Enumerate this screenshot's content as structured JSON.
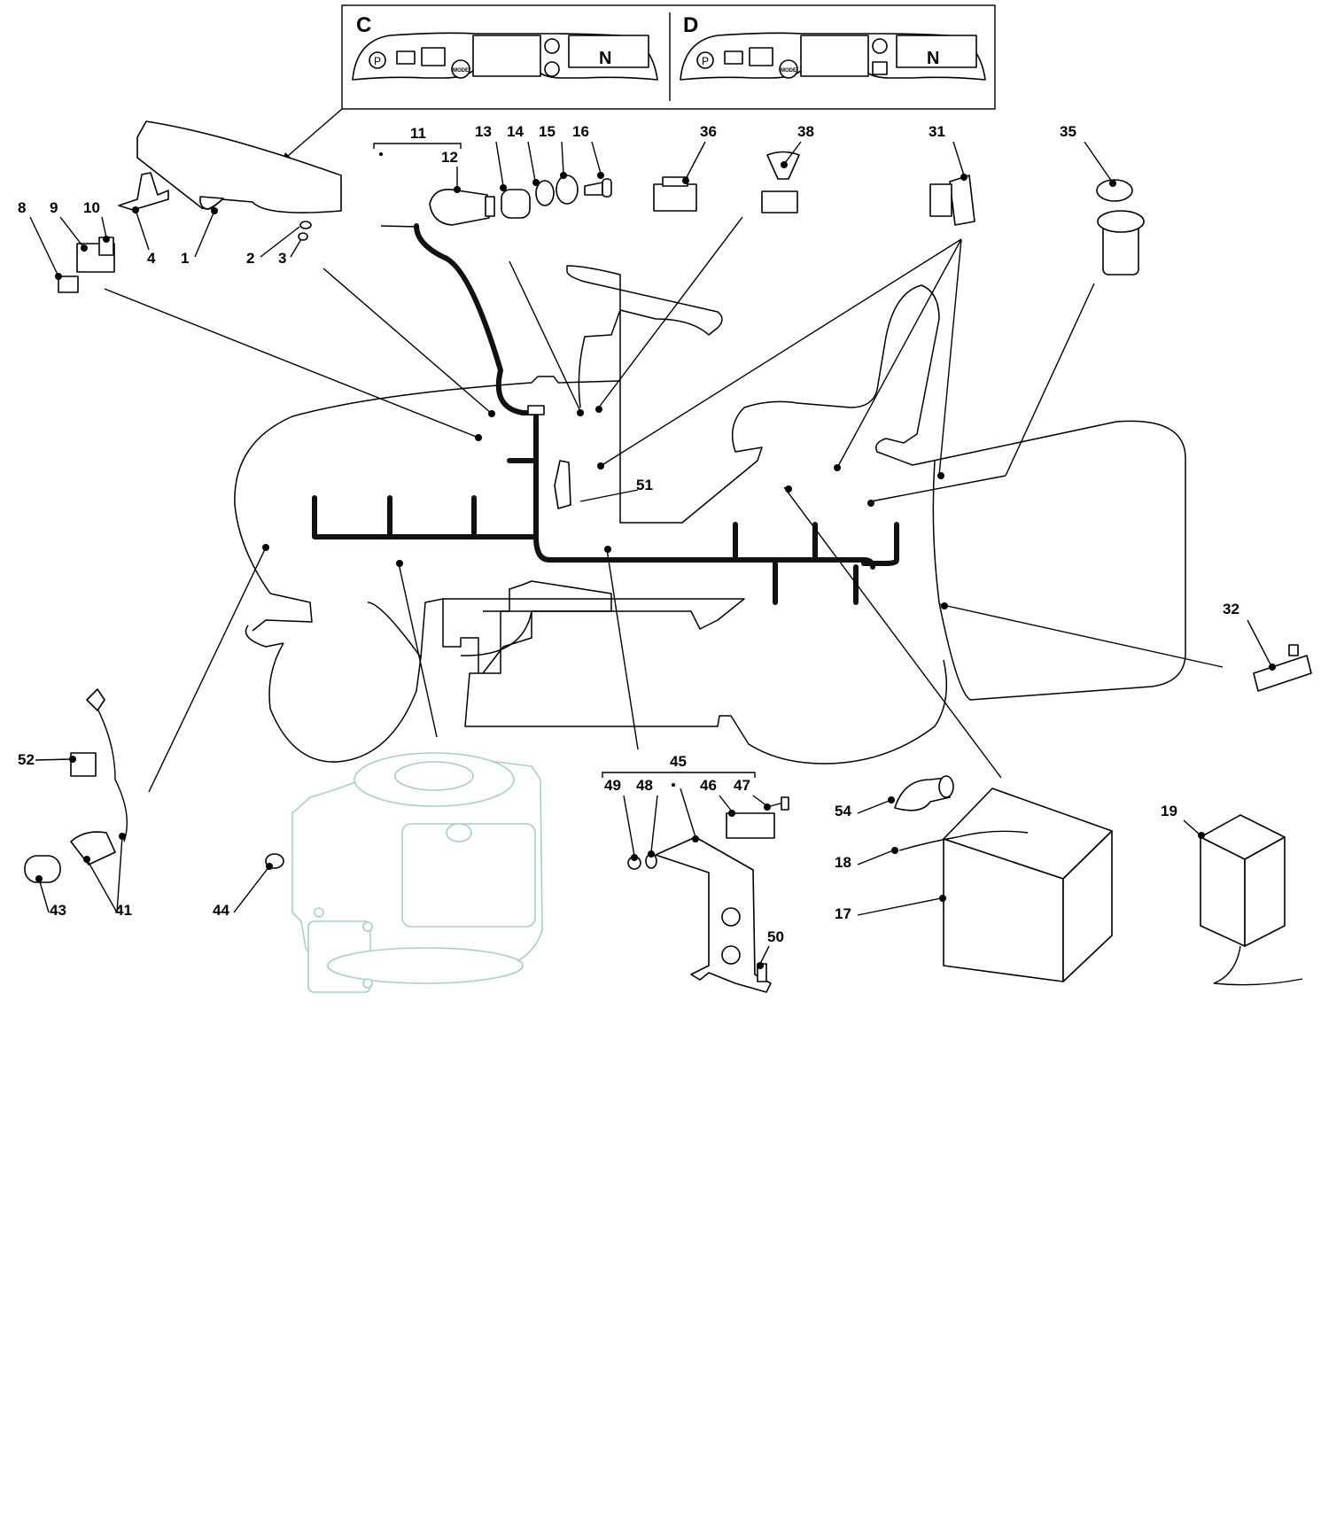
{
  "panels": [
    {
      "letter": "C",
      "mode_label": "MODE",
      "neutral_label": "N",
      "park_label": "P"
    },
    {
      "letter": "D",
      "mode_label": "MODE",
      "neutral_label": "N",
      "park_label": "P"
    }
  ],
  "callouts": {
    "p1": "1",
    "p2": "2",
    "p3": "3",
    "p4": "4",
    "p8": "8",
    "p9": "9",
    "p10": "10",
    "p11": "11",
    "p12": "12",
    "p13": "13",
    "p14": "14",
    "p15": "15",
    "p16": "16",
    "p17": "17",
    "p18": "18",
    "p19": "19",
    "p31": "31",
    "p32": "32",
    "p35": "35",
    "p36": "36",
    "p38": "38",
    "p41": "41",
    "p43": "43",
    "p44": "44",
    "p45": "45",
    "p46": "46",
    "p47": "47",
    "p48": "48",
    "p49": "49",
    "p50": "50",
    "p51": "51",
    "p52": "52",
    "p54": "54"
  },
  "colors": {
    "line": "#000000",
    "engine_ghost": "#a9cccc",
    "harness": "#111111"
  }
}
